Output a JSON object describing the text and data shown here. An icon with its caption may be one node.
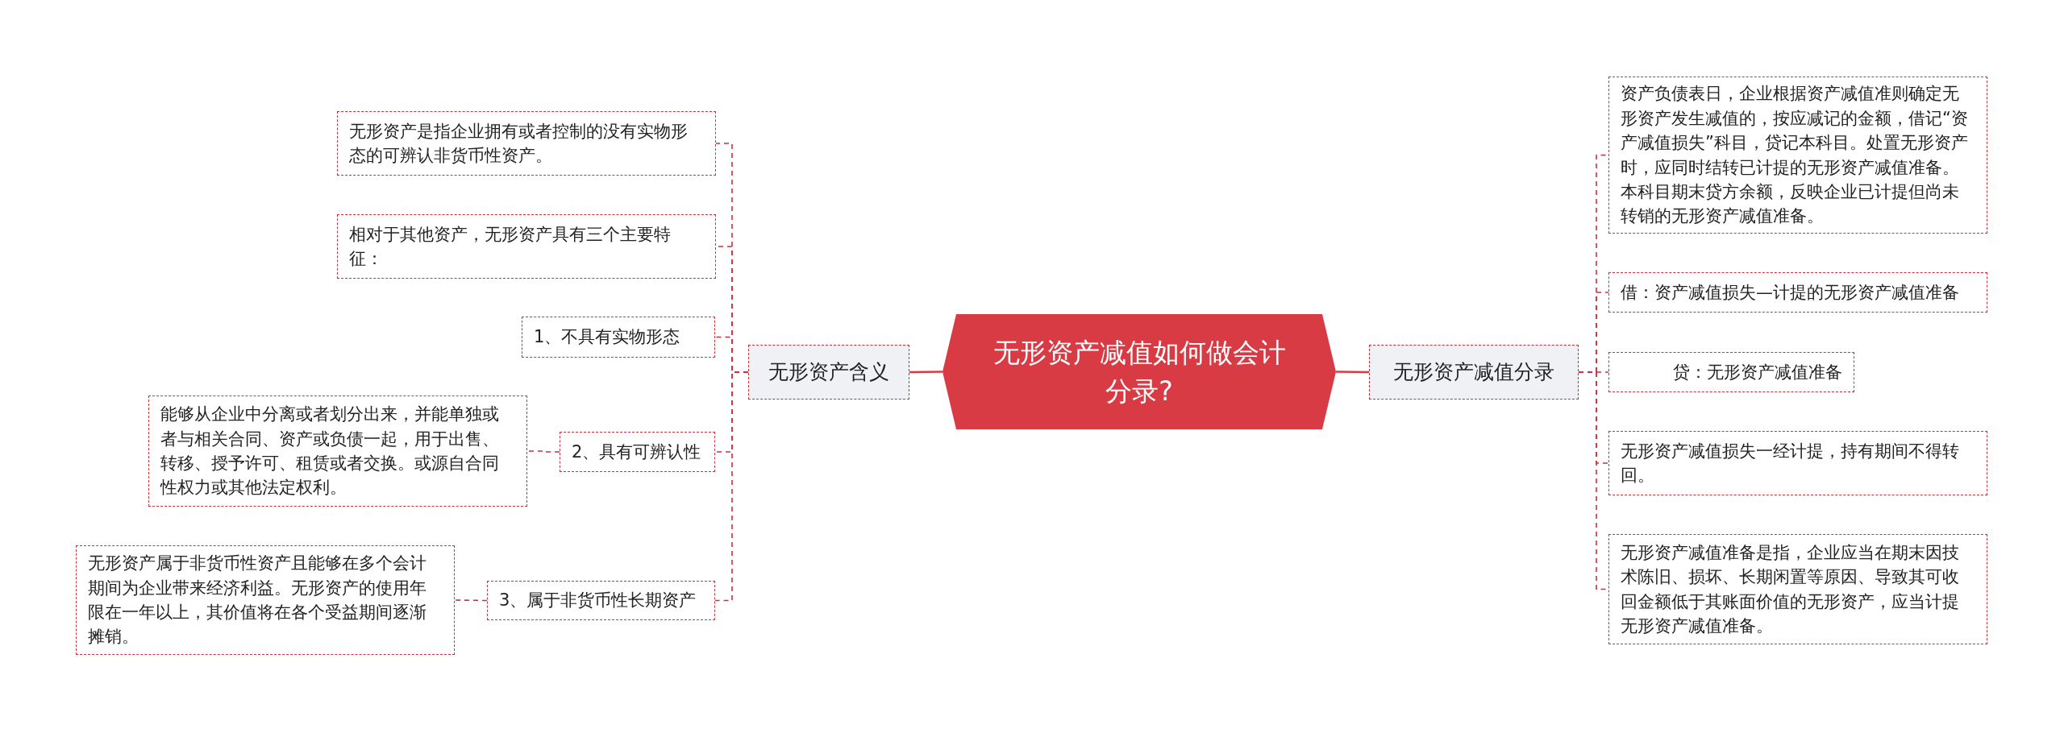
{
  "diagram": {
    "nodes": [
      {
        "text": [
          "无形资产减值如何做会计分录?"
        ]
      },
      {
        "text": [
          "无形资产含义"
        ]
      },
      {
        "text": [
          "无形资产是指企业拥有或者控制的没有实物形态的可辨认非货币性资产。"
        ]
      },
      {
        "text": [
          "相对于其他资产，无形资产具有三个主要特征："
        ]
      },
      {
        "text": [
          "1、不具有实物形态"
        ]
      },
      {
        "text": [
          "2、具有可辨认性"
        ]
      },
      {
        "text": [
          "能够从企业中分离或者划分出来，并能单独或者与相关合同、资产或负债一起，用于出售、转移、授予许可、租赁或者交换。或源自合同性权力或其他法定权利。"
        ]
      },
      {
        "text": [
          "3、属于非货币性长期资产"
        ]
      },
      {
        "text": [
          "无形资产属于非货币性资产且能够在多个会计期间为企业带来经济利益。无形资产的使用年限在一年以上，其价值将在各个受益期间逐渐摊销。"
        ]
      },
      {
        "text": [
          "无形资产减值分录"
        ]
      },
      {
        "text": [
          "资产负债表日，企业根据资产减值准则确定无形资产发生减值的，按应减记的金额，借记“资产减值损失”科目，贷记本科目。处置无形资产时，应同时结转已计提的无形资产减值准备。本科目期末贷方余额，反映企业已计提但尚未转销的无形资产减值准备。"
        ]
      },
      {
        "text": [
          "借：资产减值损失—计提的无形资产减值准备"
        ]
      },
      {
        "text": [
          "贷：无形资产减值准备"
        ]
      },
      {
        "text": [
          "无形资产减值损失一经计提，持有期间不得转回。"
        ]
      },
      {
        "text": [
          "无形资产减值准备是指，企业应当在期末因技术陈旧、损坏、长期闲置等原因、导致其可收回金额低于其账面价值的无形资产，应当计提无形资产减值准备。"
        ]
      }
    ],
    "edges": [
      {
        "from": 0,
        "to": 1,
        "arrow": "none"
      },
      {
        "from": 0,
        "to": 9,
        "arrow": "none"
      },
      {
        "from": 1,
        "to": 2,
        "arrow": "none",
        "style": "dashed"
      },
      {
        "from": 1,
        "to": 3,
        "arrow": "none",
        "style": "dashed"
      },
      {
        "from": 1,
        "to": 4,
        "arrow": "none",
        "style": "dashed"
      },
      {
        "from": 1,
        "to": 5,
        "arrow": "none",
        "style": "dashed"
      },
      {
        "from": 1,
        "to": 7,
        "arrow": "none",
        "style": "dashed"
      },
      {
        "from": 5,
        "to": 6,
        "arrow": "none",
        "style": "dashed"
      },
      {
        "from": 7,
        "to": 8,
        "arrow": "none",
        "style": "dashed"
      },
      {
        "from": 9,
        "to": 10,
        "arrow": "none",
        "style": "dashed"
      },
      {
        "from": 9,
        "to": 11,
        "arrow": "none",
        "style": "dashed"
      },
      {
        "from": 9,
        "to": 12,
        "arrow": "none",
        "style": "dashed"
      },
      {
        "from": 9,
        "to": 13,
        "arrow": "none",
        "style": "dashed"
      },
      {
        "from": 9,
        "to": 14,
        "arrow": "none",
        "style": "dashed"
      }
    ]
  }
}
